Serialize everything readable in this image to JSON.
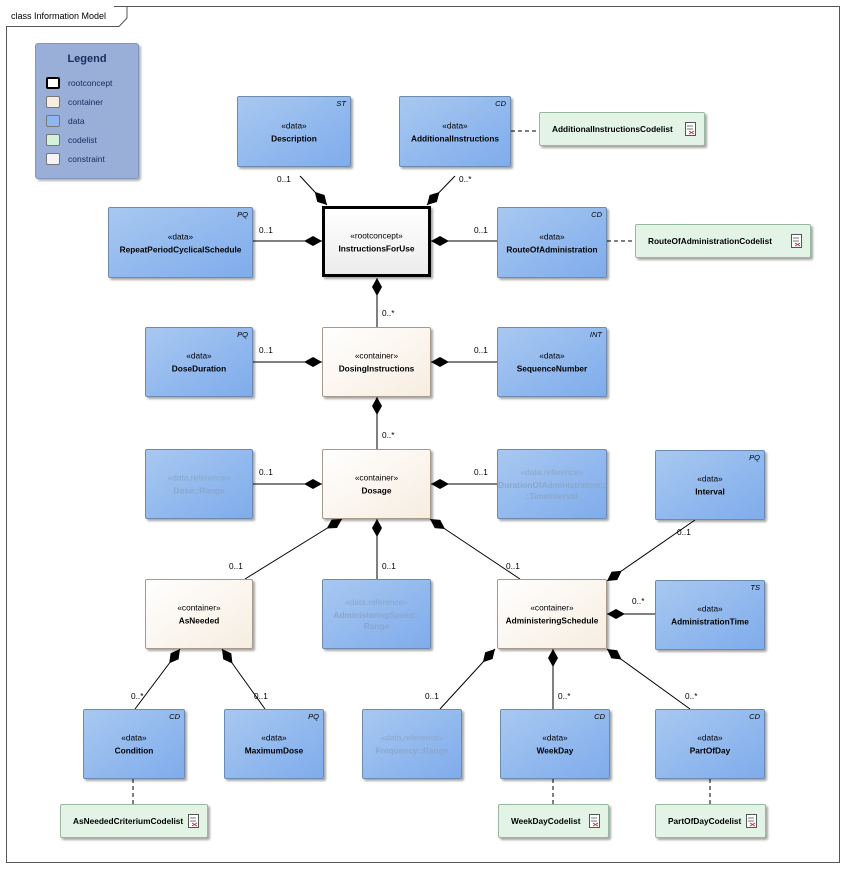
{
  "frame": {
    "title": "class Information Model"
  },
  "legend": {
    "title": "Legend",
    "items": [
      {
        "label": "rootconcept",
        "color": "#ffffff",
        "border": "#000000"
      },
      {
        "label": "container",
        "color": "#f7ece0",
        "border": "#a89a8a"
      },
      {
        "label": "data",
        "color": "#8fb6ee",
        "border": "#6d8bb0"
      },
      {
        "label": "codelist",
        "color": "#d6f0de",
        "border": "#98b8a0"
      },
      {
        "label": "constraint",
        "color": "#f4f4f8",
        "border": "#999999"
      }
    ]
  },
  "nodes": {
    "description": {
      "stereo": "«data»",
      "name": "Description",
      "type": "ST"
    },
    "additional_instructions": {
      "stereo": "«data»",
      "name": "AdditionalInstructions",
      "type": "CD"
    },
    "additional_instructions_codelist": {
      "name": "AdditionalInstructionsCodelist"
    },
    "repeat_period": {
      "stereo": "«data»",
      "name": "RepeatPeriodCyclicalSchedule",
      "type": "PQ"
    },
    "instructions_for_use": {
      "stereo": "«rootconcept»",
      "name": "InstructionsForUse"
    },
    "route_of_administration": {
      "stereo": "«data»",
      "name": "RouteOfAdministration",
      "type": "CD"
    },
    "route_codelist": {
      "name": "RouteOfAdministrationCodelist"
    },
    "dose_duration": {
      "stereo": "«data»",
      "name": "DoseDuration",
      "type": "PQ"
    },
    "dosing_instructions": {
      "stereo": "«container»",
      "name": "DosingInstructions"
    },
    "sequence_number": {
      "stereo": "«data»",
      "name": "SequenceNumber",
      "type": "INT"
    },
    "dose_range": {
      "stereo": "«data,reference»",
      "name": "Dose::Range"
    },
    "dosage": {
      "stereo": "«container»",
      "name": "Dosage"
    },
    "duration_of_administration": {
      "stereo": "«data,reference»",
      "name": "DurationOfAdministration::",
      "name2": ":TimeInterval"
    },
    "interval": {
      "stereo": "«data»",
      "name": "Interval",
      "type": "PQ"
    },
    "as_needed": {
      "stereo": "«container»",
      "name": "AsNeeded"
    },
    "administering_speed": {
      "stereo": "«data,reference»",
      "name": "AdministeringSpeed::",
      "name2": "Range"
    },
    "administering_schedule": {
      "stereo": "«container»",
      "name": "AdministeringSchedule"
    },
    "administration_time": {
      "stereo": "«data»",
      "name": "AdministrationTime",
      "type": "TS"
    },
    "condition": {
      "stereo": "«data»",
      "name": "Condition",
      "type": "CD"
    },
    "maximum_dose": {
      "stereo": "«data»",
      "name": "MaximumDose",
      "type": "PQ"
    },
    "frequency_range": {
      "stereo": "«data,reference»",
      "name": "Frequency::Range"
    },
    "week_day": {
      "stereo": "«data»",
      "name": "WeekDay",
      "type": "CD"
    },
    "part_of_day": {
      "stereo": "«data»",
      "name": "PartOfDay",
      "type": "CD"
    },
    "as_needed_codelist": {
      "name": "AsNeededCriteriumCodelist"
    },
    "week_day_codelist": {
      "name": "WeekDayCodelist"
    },
    "part_of_day_codelist": {
      "name": "PartOfDayCodelist"
    }
  },
  "multiplicities": {
    "description": "0..1",
    "additional_instructions": "0..*",
    "repeat_period": "0..1",
    "route_of_administration": "0..1",
    "dosing_instructions": "0..*",
    "dose_duration": "0..1",
    "sequence_number": "0..1",
    "dosage": "0..*",
    "dose_range": "0..1",
    "duration_of_administration": "0..1",
    "as_needed": "0..1",
    "administering_speed": "0..1",
    "administering_schedule": "0..1",
    "interval": "0..1",
    "administration_time": "0..*",
    "condition": "0..*",
    "maximum_dose": "0..1",
    "frequency_range": "0..1",
    "week_day": "0..*",
    "part_of_day": "0..*"
  }
}
